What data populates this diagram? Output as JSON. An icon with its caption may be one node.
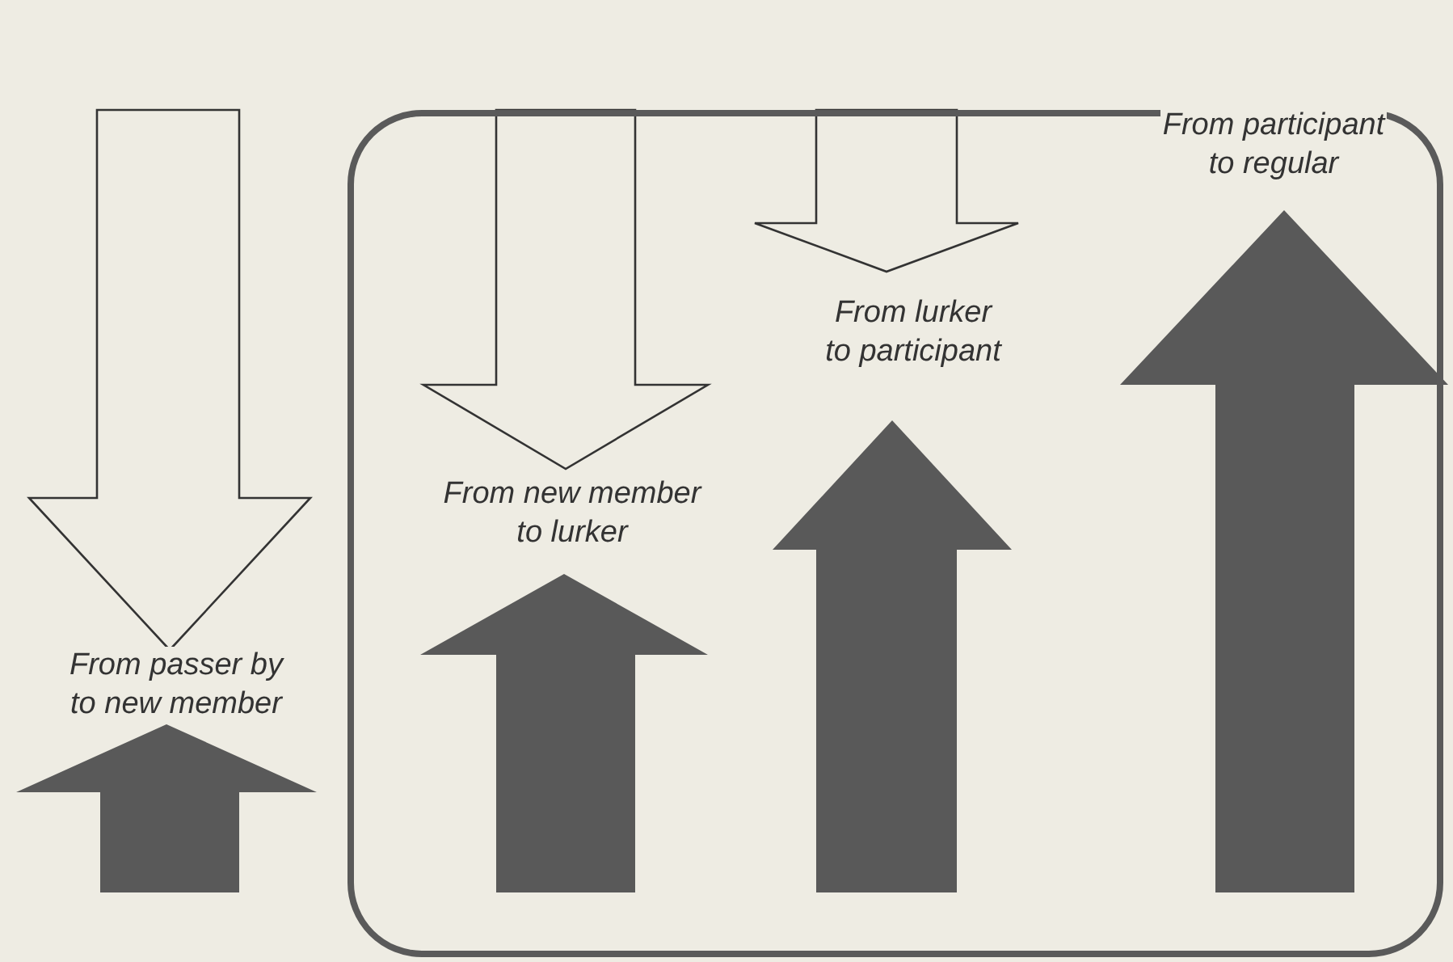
{
  "diagram": {
    "nodes": [
      {
        "text": [],
        "shape": "box"
      },
      {
        "text": [
          "From passer by to new member"
        ]
      },
      {
        "text": [
          "From new member to lurker"
        ],
        "in": 0
      },
      {
        "text": [
          "From lurker to participant"
        ],
        "in": 0
      },
      {
        "text": [
          "From participant to regular"
        ],
        "in": 0
      }
    ]
  }
}
